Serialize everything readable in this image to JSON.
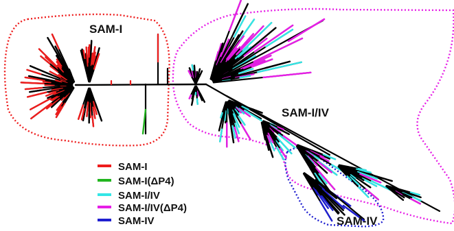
{
  "figure": {
    "region_labels": {
      "sam_i": "SAM-I",
      "sam_i_iv": "SAM-I/IV",
      "sam_iv": "SAM-IV"
    },
    "legend": [
      {
        "label": "SAM-I",
        "color": "#ee1c1c"
      },
      {
        "label": "SAM-I(ΔP4)",
        "color": "#22b51f"
      },
      {
        "label": "SAM-I/IV",
        "color": "#33e6e6"
      },
      {
        "label": "SAM-I/IV(ΔP4)",
        "color": "#e61ee6"
      },
      {
        "label": "SAM-IV",
        "color": "#1f1fd0"
      }
    ],
    "outline_colors": {
      "sam_i": "#ee1c1c",
      "sam_i_iv": "#e61ee6",
      "sam_iv": "#1f1fd0"
    },
    "branch_color": "#000000"
  }
}
